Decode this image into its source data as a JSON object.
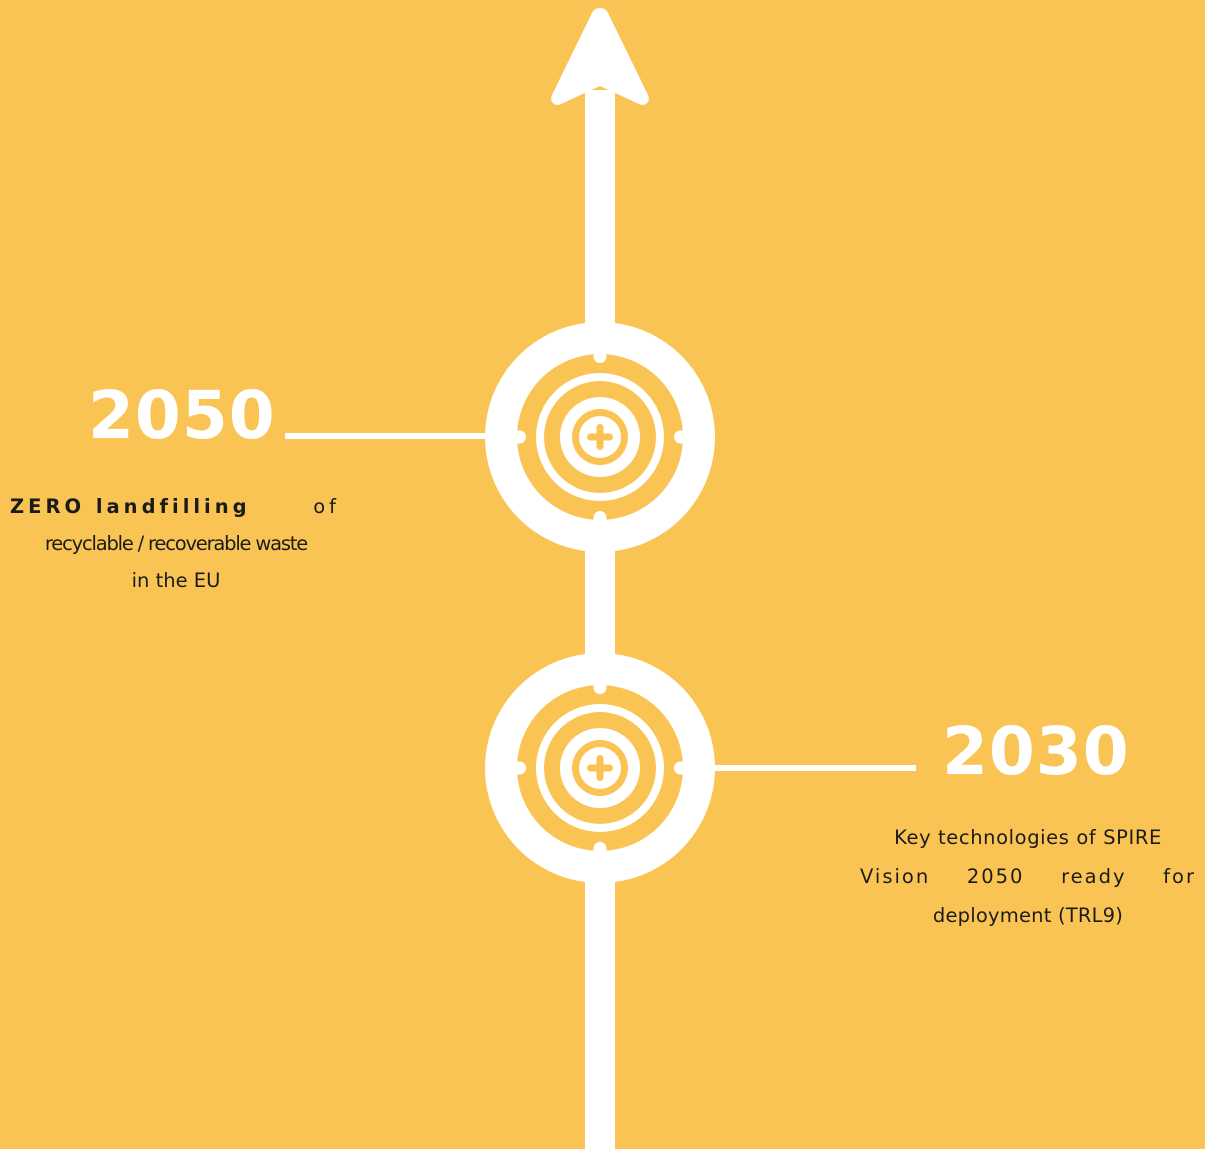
{
  "colors": {
    "background": "#FAC454",
    "foreground": "#FFFFFF",
    "text": "#1B1B1B"
  },
  "milestones": [
    {
      "year": "2050",
      "description_bold": "ZERO landfilling",
      "description_rest": "of",
      "description_line2": "recyclable / recoverable waste",
      "description_line3": "in the EU"
    },
    {
      "year": "2030",
      "description_line1": "Key technologies of SPIRE",
      "description_line2_words": [
        "Vision",
        "2050",
        "ready",
        "for"
      ],
      "description_line3": "deployment (TRL9)"
    }
  ],
  "icons": [
    "up-arrow-icon",
    "target-plus-icon",
    "target-plus-icon"
  ]
}
